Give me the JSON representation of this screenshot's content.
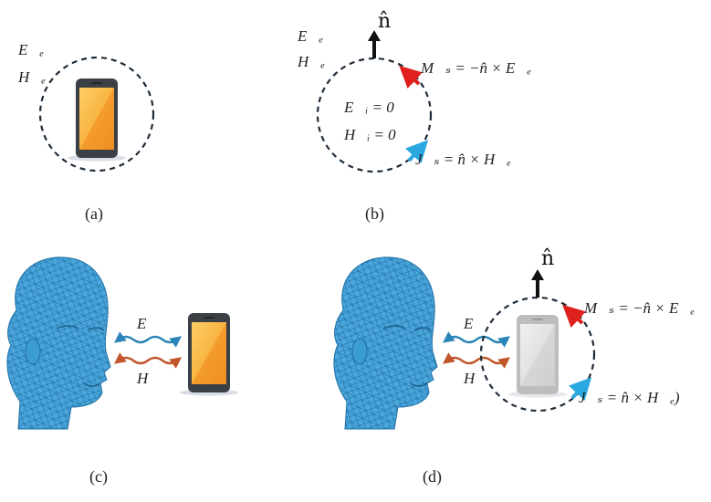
{
  "panels": {
    "a": {
      "caption": "(a)",
      "field_E": "E⃗ₑ",
      "field_H": "H⃗ₑ"
    },
    "b": {
      "caption": "(b)",
      "field_E": "E⃗ₑ",
      "field_H": "H⃗ₑ",
      "normal": "n̂",
      "inner_E": "E⃗ᵢ = 0",
      "inner_H": "H⃗ᵢ = 0",
      "magnetic_current": "M⃗ₛ = −n̂ × E⃗ₑ",
      "electric_current": "J⃗ₛ = n̂ × H⃗ₑ"
    },
    "c": {
      "caption": "(c)",
      "wave_E": "E⃗",
      "wave_H": "H⃗"
    },
    "d": {
      "caption": "(d)",
      "wave_E": "E⃗",
      "wave_H": "H⃗",
      "normal": "n̂",
      "magnetic_current": "M⃗ₛ = −n̂ × E⃗ₑ",
      "electric_current": "J⃗ₛ = n̂ × H⃗ₑ)"
    }
  },
  "colors": {
    "circle": "#1d2b3a",
    "phone_screen": "#f6a83a",
    "phone_body": "#3b3f46",
    "head": "#3b9bd3",
    "e_wave": "#2b86b8",
    "h_wave": "#c0562a",
    "arrow_M": "#e0201c",
    "arrow_J": "#2aa8e0"
  }
}
